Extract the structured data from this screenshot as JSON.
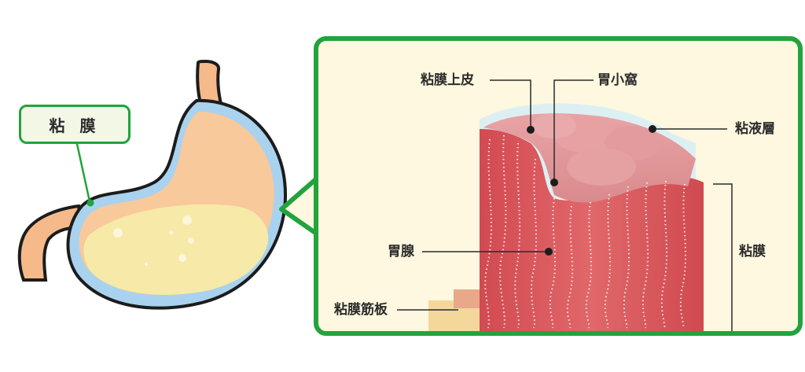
{
  "overview": {
    "label": "粘 膜"
  },
  "detail": {
    "labels": {
      "epithelium": "粘膜上皮",
      "gastric_pit": "胃小窩",
      "mucus_layer": "粘液層",
      "gastric_gland": "胃腺",
      "mucosa": "粘膜",
      "muscularis_mucosae": "粘膜筋板"
    }
  },
  "colors": {
    "frame_green": "#22a33c",
    "callout_bg": "#fdf8df",
    "stomach_fill": "#f8c99b",
    "stomach_inner": "#f7e9a8",
    "mucosa_blue": "#a9d2ee",
    "tissue_red": "#d94f55",
    "tissue_pink": "#e58a8a"
  }
}
